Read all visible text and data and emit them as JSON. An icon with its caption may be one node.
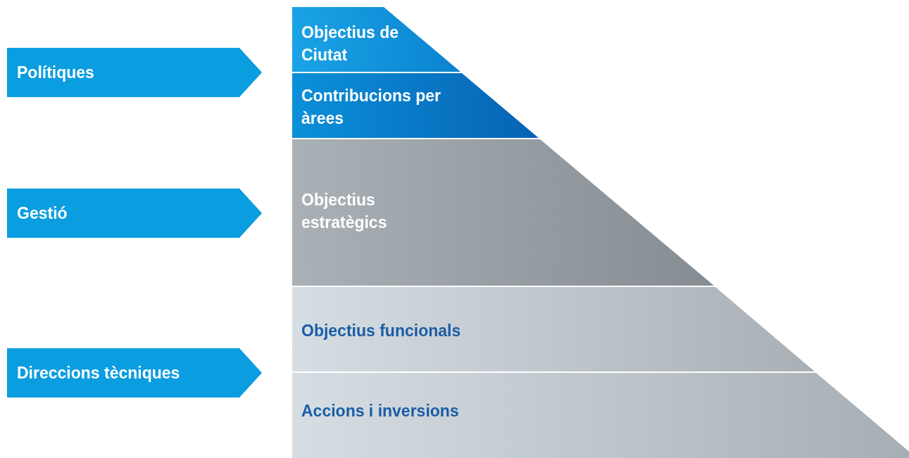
{
  "diagram": {
    "nodes": [
      {
        "text": [
          "Polítiques"
        ]
      },
      {
        "text": [
          "Gestió"
        ]
      },
      {
        "text": [
          "Direccions tècniques"
        ]
      },
      {
        "text": [
          "Objectius de Ciutat"
        ]
      },
      {
        "text": [
          "Contribucions per àrees"
        ]
      },
      {
        "text": [
          "Objectius estratègics"
        ]
      },
      {
        "text": [
          "Objectius funcionals"
        ]
      },
      {
        "text": [
          "Accions i inversions"
        ]
      }
    ]
  }
}
